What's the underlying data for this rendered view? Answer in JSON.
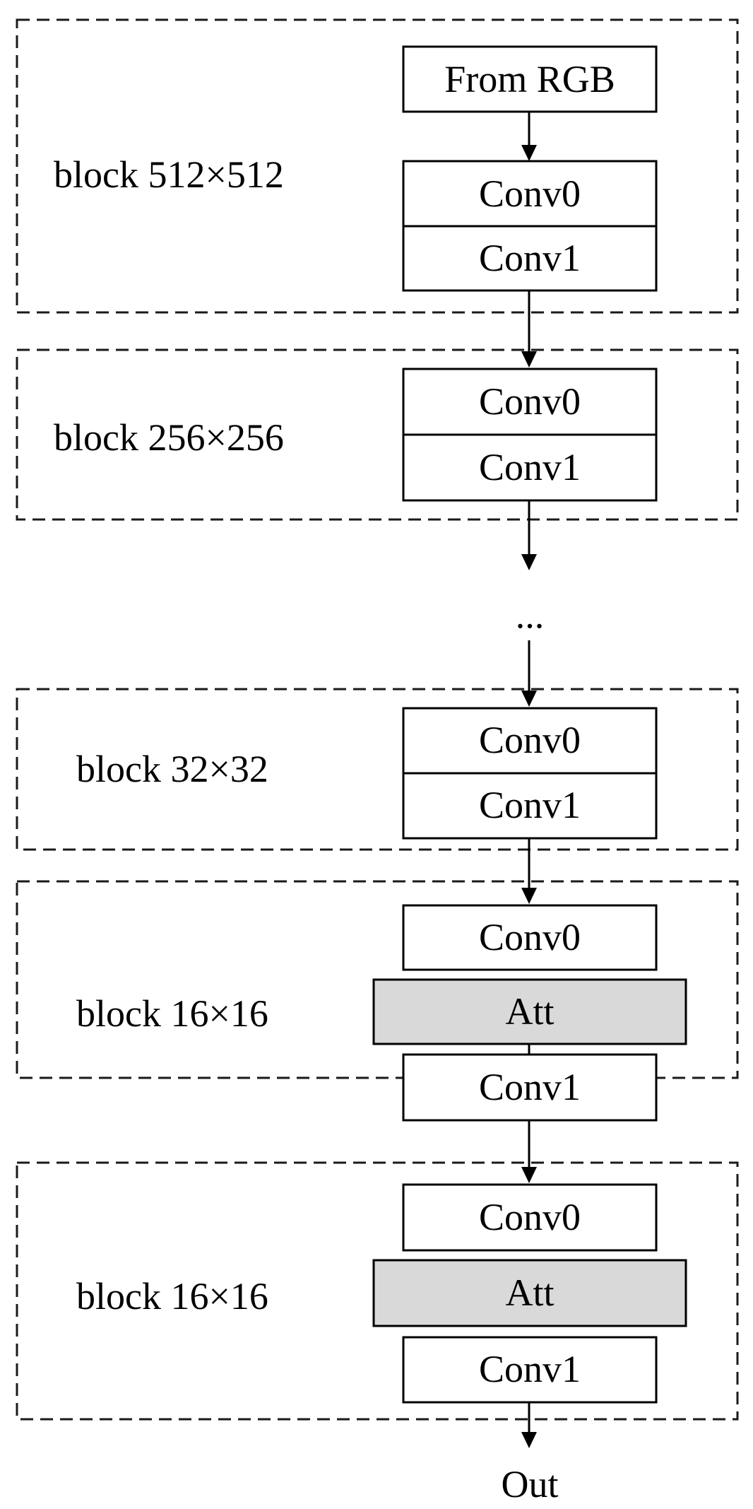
{
  "diagram": {
    "nodes": {
      "from_rgb": "From RGB",
      "b512_conv0": "Conv0",
      "b512_conv1": "Conv1",
      "b256_conv0": "Conv0",
      "b256_conv1": "Conv1",
      "ellipsis": "...",
      "b32_conv0": "Conv0",
      "b32_conv1": "Conv1",
      "b16a_conv0": "Conv0",
      "b16a_att": "Att",
      "b16a_conv1": "Conv1",
      "b16b_conv0": "Conv0",
      "b16b_att": "Att",
      "b16b_conv1": "Conv1",
      "out": "Out"
    },
    "blocks": {
      "b512": "block 512×512",
      "b256": "block 256×256",
      "b32": "block 32×32",
      "b16a": "block 16×16",
      "b16b": "block 16×16"
    },
    "edges": [
      {
        "from": "from_rgb",
        "to": "b512_conv0"
      },
      {
        "from": "b512_conv1",
        "to": "b256_conv0"
      },
      {
        "from": "b256_conv1",
        "to": "ellipsis"
      },
      {
        "from": "ellipsis",
        "to": "b32_conv0"
      },
      {
        "from": "b32_conv1",
        "to": "b16a_conv0"
      },
      {
        "from": "b16a_conv1",
        "to": "b16b_conv0"
      },
      {
        "from": "b16b_conv1",
        "to": "out"
      }
    ],
    "colors": {
      "att_fill": "#d9d9d9",
      "box_fill": "#ffffff",
      "stroke": "#000000"
    }
  }
}
